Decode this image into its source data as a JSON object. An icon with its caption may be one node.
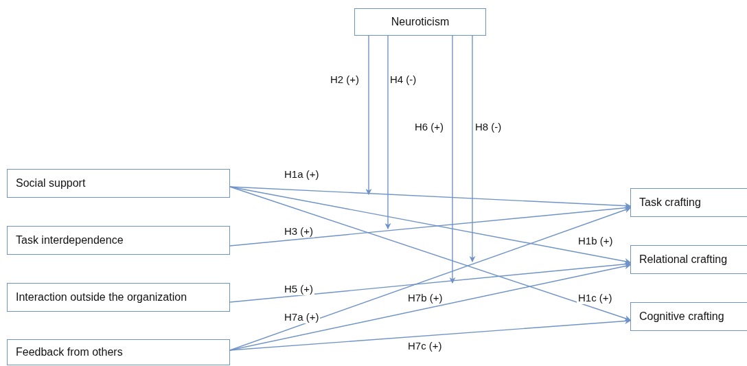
{
  "diagram": {
    "nodes": [
      {
        "text": [
          "Neuroticism"
        ]
      },
      {
        "text": [
          "Social support"
        ]
      },
      {
        "text": [
          "Task interdependence"
        ]
      },
      {
        "text": [
          "Interaction outside the organization"
        ]
      },
      {
        "text": [
          "Feedback from others"
        ]
      },
      {
        "text": [
          "Task crafting"
        ]
      },
      {
        "text": [
          "Relational crafting"
        ]
      },
      {
        "text": [
          "Cognitive crafting"
        ]
      }
    ],
    "edges": [
      {
        "from": 1,
        "to": 5,
        "arrow": "to",
        "label": "H1a (+)"
      },
      {
        "from": 1,
        "to": 6,
        "arrow": "to",
        "label": "H1b (+)"
      },
      {
        "from": 1,
        "to": 7,
        "arrow": "to",
        "label": "H1c (+)"
      },
      {
        "from": 2,
        "to": 5,
        "arrow": "to",
        "label": "H3 (+)"
      },
      {
        "from": 3,
        "to": 6,
        "arrow": "to",
        "label": "H5 (+)"
      },
      {
        "from": 4,
        "to": 5,
        "arrow": "to",
        "label": "H7a (+)"
      },
      {
        "from": 4,
        "to": 6,
        "arrow": "to",
        "label": "H7b (+)"
      },
      {
        "from": 4,
        "to": 7,
        "arrow": "to",
        "label": "H7c (+)"
      },
      {
        "from": 0,
        "to": null,
        "arrow": "to",
        "label": "H2 (+)"
      },
      {
        "from": 0,
        "to": null,
        "arrow": "to",
        "label": "H4 (-)"
      },
      {
        "from": 0,
        "to": null,
        "arrow": "to",
        "label": "H6 (+)"
      },
      {
        "from": 0,
        "to": null,
        "arrow": "to",
        "label": "H8 (-)"
      }
    ]
  }
}
